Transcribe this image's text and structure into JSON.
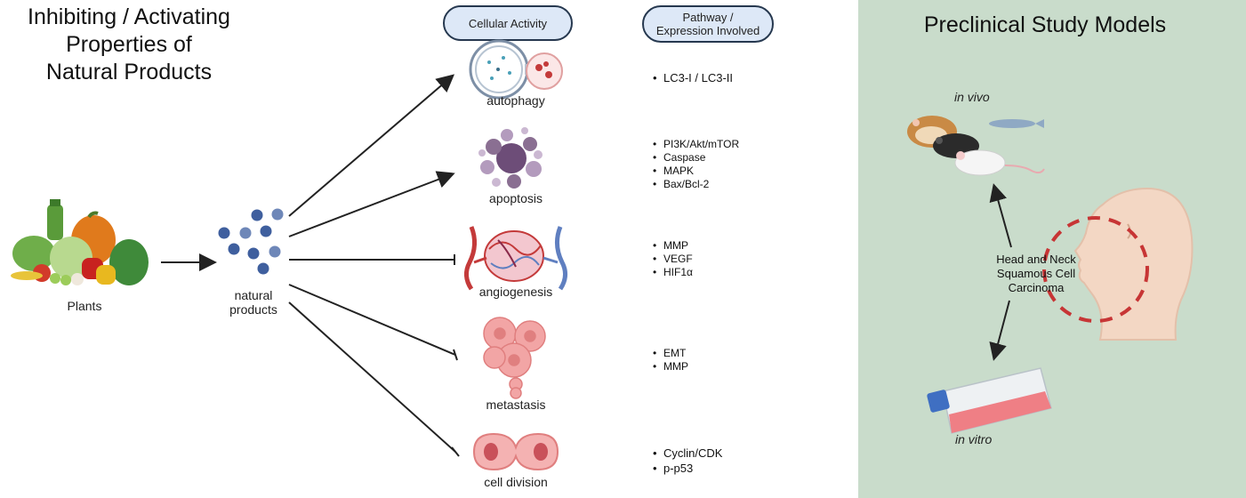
{
  "title": "Inhibiting / Activating\nProperties of\nNatural Products",
  "headers": {
    "cellular_activity": "Cellular Activity",
    "pathway": "Pathway /\nExpression Involved"
  },
  "plants_label": "Plants",
  "natural_products_label": "natural\nproducts",
  "activities": [
    {
      "label": "autophagy",
      "pathways": [
        "LC3-I / LC3-II"
      ]
    },
    {
      "label": "apoptosis",
      "pathways": [
        "PI3K/Akt/mTOR",
        "Caspase",
        "MAPK",
        "Bax/Bcl-2"
      ]
    },
    {
      "label": "angiogenesis",
      "pathways": [
        "MMP",
        "VEGF",
        "HIF1α"
      ]
    },
    {
      "label": "metastasis",
      "pathways": [
        "EMT",
        "MMP"
      ]
    },
    {
      "label": "cell division",
      "pathways": [
        "Cyclin/CDK",
        "p-p53"
      ]
    }
  ],
  "preclinical": {
    "title": "Preclinical Study Models",
    "in_vivo": "in vivo",
    "in_vitro": "in vitro",
    "hnscc": "Head and Neck\nSquamous Cell\nCarcinoma"
  },
  "colors": {
    "panel": "#c9dccb",
    "pill_fill": "#dde8f7",
    "pill_border": "#26384f",
    "molecule": "#3f5f9e",
    "dash": "#c73535"
  }
}
